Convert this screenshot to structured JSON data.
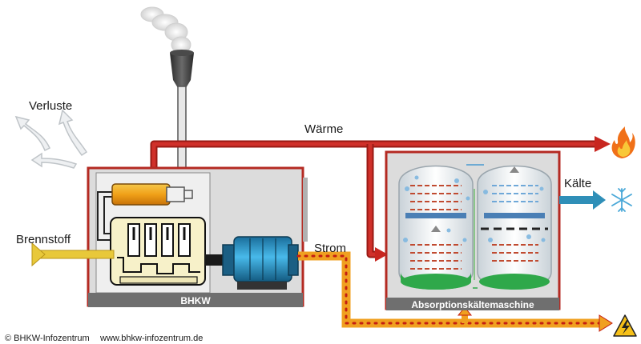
{
  "labels": {
    "verluste": "Verluste",
    "waerme": "Wärme",
    "brennstoff": "Brennstoff",
    "strom": "Strom",
    "kaelte": "Kälte",
    "bhkw": "BHKW",
    "absorptionskaeltemaschine": "Absorptionskältemaschine"
  },
  "footer": {
    "copyright": "© BHKW-Infozentrum",
    "website": "www.bhkw-infozentrum.de"
  },
  "colors": {
    "heat_pipe": "#c8261f",
    "heat_pipe_dark": "#9a1a14",
    "fuel_arrow": "#e8c83a",
    "power_line": "#f0a020",
    "power_dots": "#d22a1a",
    "cold_arrow": "#2f8fb8",
    "housing_fill": "#d9d9d9",
    "housing_base": "#6f6f6f",
    "motor_blue": "#2e9fd6",
    "engine_cream": "#f7f1c9",
    "exchanger_orange": "#f0a818"
  }
}
